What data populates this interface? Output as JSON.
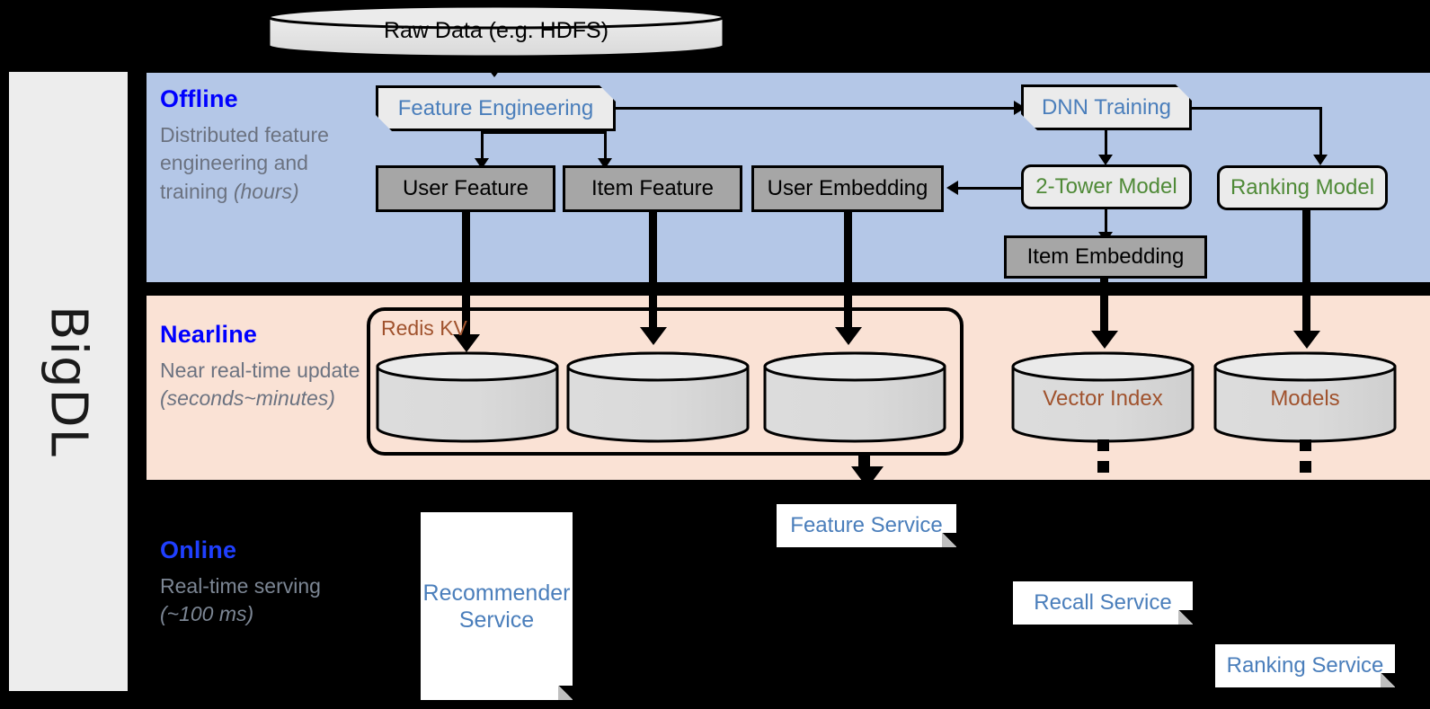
{
  "platform": {
    "name": "BigDL"
  },
  "bands": [
    {
      "id": "offline",
      "title": "Offline",
      "subtitle_a": "Distributed feature engineering and training ",
      "subtitle_b": "(hours)"
    },
    {
      "id": "nearline",
      "title": "Nearline",
      "subtitle_a": "Near real-time update ",
      "subtitle_b": "(seconds~minutes)"
    },
    {
      "id": "online",
      "title": "Online",
      "subtitle_a": "Real-time serving ",
      "subtitle_b": "(~100 ms)"
    }
  ],
  "nodes": {
    "raw_data": {
      "label": "Raw Data (e.g. HDFS)",
      "shape": "disk",
      "band": "top"
    },
    "feature_eng": {
      "label": "Feature Engineering",
      "shape": "flag",
      "band": "offline"
    },
    "dnn_training": {
      "label": "DNN Training",
      "shape": "flag",
      "band": "offline"
    },
    "user_feature": {
      "label": "User Feature",
      "shape": "data",
      "band": "offline"
    },
    "item_feature": {
      "label": "Item Feature",
      "shape": "data",
      "band": "offline"
    },
    "user_embedding": {
      "label": "User Embedding",
      "shape": "data",
      "band": "offline"
    },
    "item_embedding": {
      "label": "Item Embedding",
      "shape": "data",
      "band": "offline"
    },
    "two_tower_model": {
      "label": "2-Tower Model",
      "shape": "rounded",
      "band": "offline"
    },
    "ranking_model": {
      "label": "Ranking Model",
      "shape": "rounded",
      "band": "offline"
    },
    "redis_kv": {
      "label": "Redis KV",
      "shape": "group",
      "band": "nearline"
    },
    "store_user": {
      "label": "",
      "shape": "cylinder",
      "band": "nearline"
    },
    "store_item": {
      "label": "",
      "shape": "cylinder",
      "band": "nearline"
    },
    "store_embed": {
      "label": "",
      "shape": "cylinder",
      "band": "nearline"
    },
    "vector_index": {
      "label": "Vector Index",
      "shape": "cylinder",
      "band": "nearline"
    },
    "models": {
      "label": "Models",
      "shape": "cylinder",
      "band": "nearline"
    },
    "recommender_service": {
      "label": "Recommender Service",
      "shape": "document",
      "band": "online"
    },
    "feature_service": {
      "label": "Feature Service",
      "shape": "document",
      "band": "online"
    },
    "recall_service": {
      "label": "Recall Service",
      "shape": "document",
      "band": "online"
    },
    "ranking_service": {
      "label": "Ranking Service",
      "shape": "document",
      "band": "online"
    }
  },
  "colors": {
    "offline_band": "#b4c7e7",
    "nearline_band": "#fae2d5",
    "online_band": "#000000",
    "band_title": "#0000ff",
    "band_subtitle": "#6b7280",
    "process_text": "#4a7ebb",
    "model_text": "#4f8a37",
    "store_text": "#a0522d",
    "data_fill": "#a6a6a6",
    "process_fill": "#ebebeb",
    "sidebar_fill": "#ededed"
  }
}
